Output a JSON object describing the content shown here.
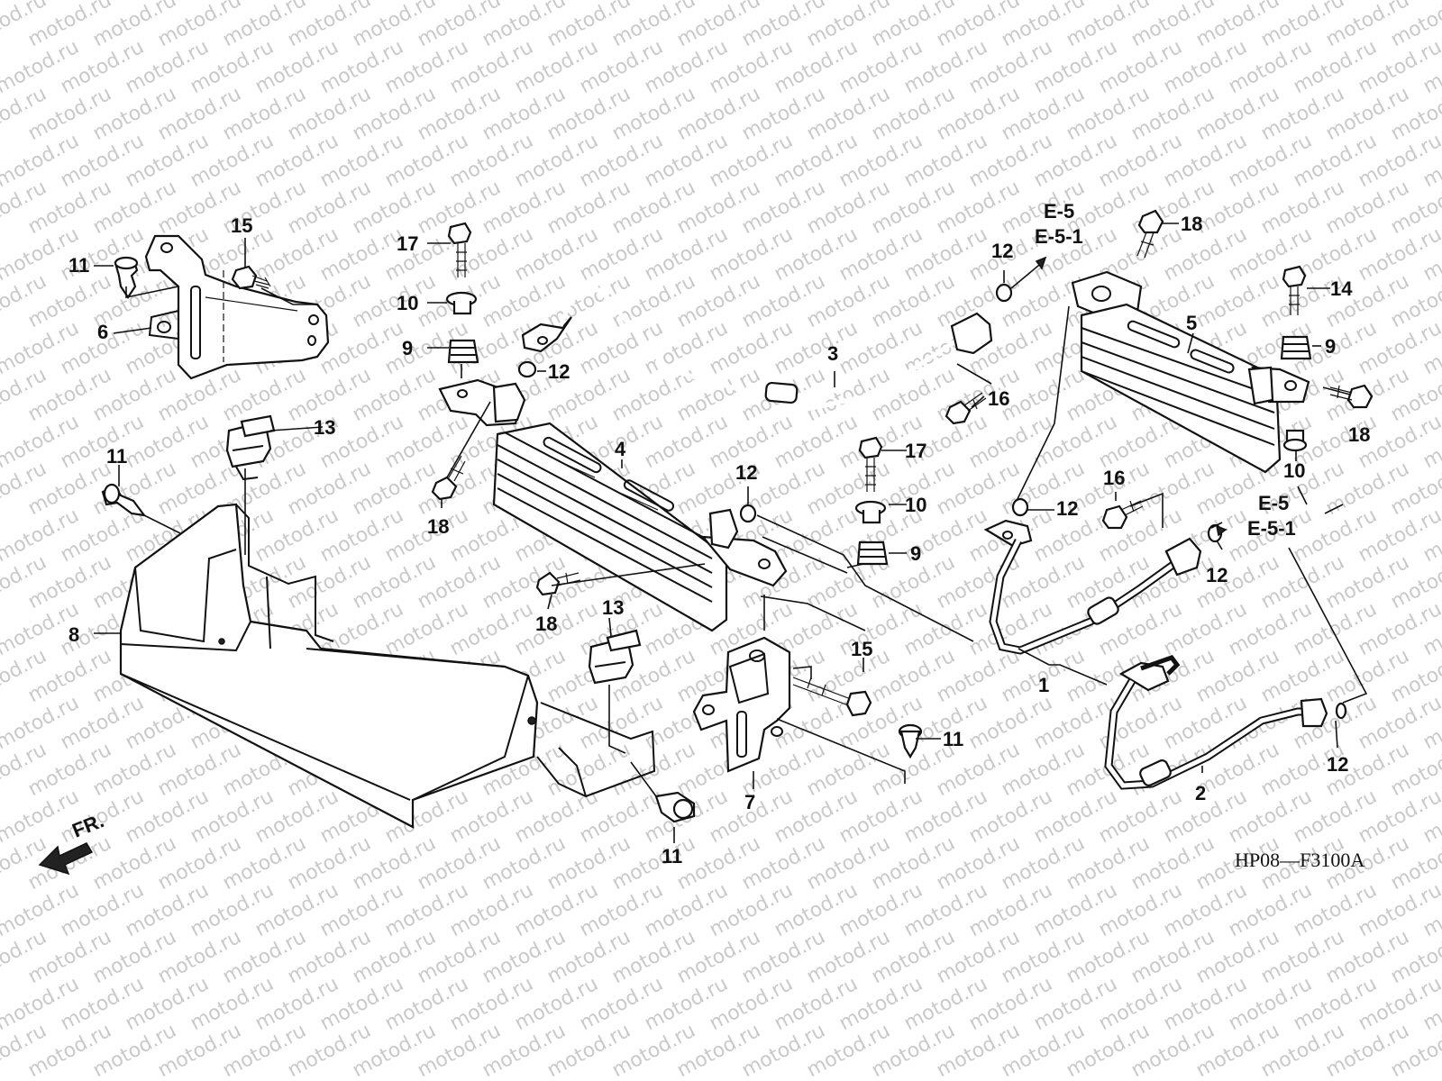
{
  "watermark": "motod.ru",
  "diagram_code": "HP08—F3100A",
  "front_arrow_label": "FR.",
  "references": {
    "top": [
      "E-5",
      "E-5-1"
    ],
    "mid": [
      "E-5",
      "E-5-1"
    ]
  },
  "callouts": [
    "1",
    "2",
    "3",
    "4",
    "5",
    "6",
    "7",
    "8",
    "9",
    "10",
    "11",
    "12",
    "13",
    "14",
    "15",
    "16",
    "17",
    "18"
  ],
  "colors": {
    "line": "#111111",
    "watermark": "#c9c9c9",
    "background": "#ffffff"
  }
}
